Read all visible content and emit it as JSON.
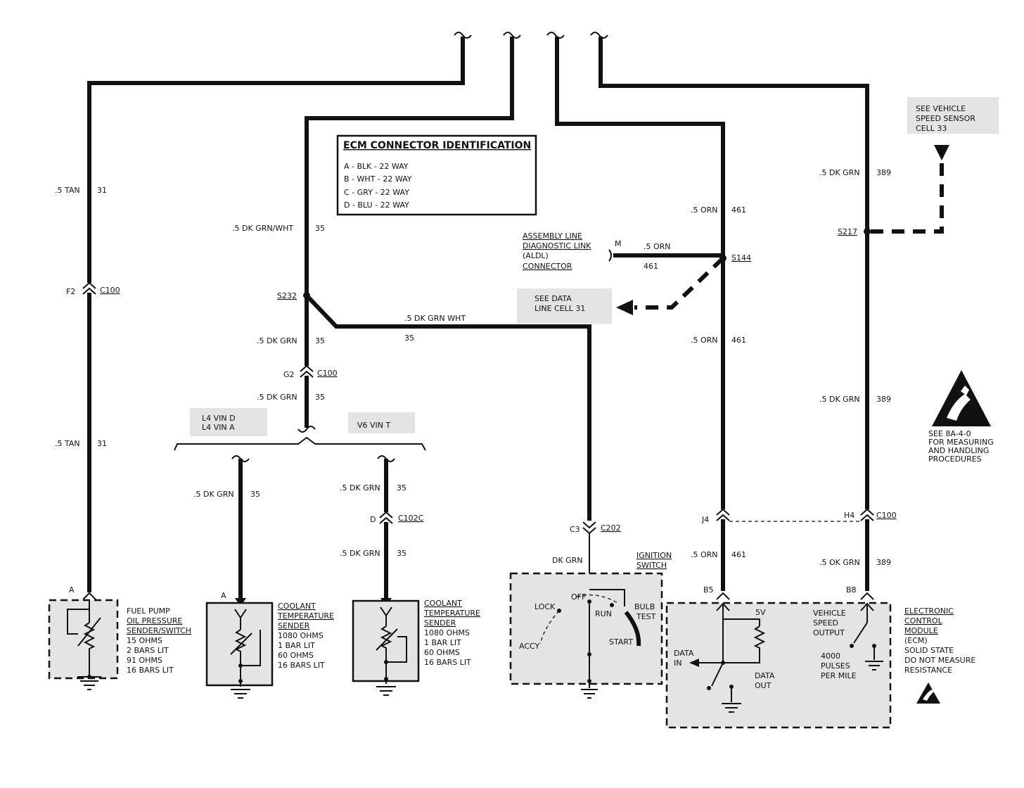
{
  "ecm_table": {
    "title": "ECM CONNECTOR IDENTIFICATION",
    "rows": [
      "A - BLK - 22 WAY",
      "B - WHT - 22 WAY",
      "C - GRY - 22 WAY",
      "D - BLU - 22 WAY"
    ]
  },
  "wires": {
    "tan_top": {
      "color": ".5 TAN",
      "circuit": "31"
    },
    "tan_bottom": {
      "color": ".5 TAN",
      "circuit": "31"
    },
    "dkgrnwht_top": {
      "color": ".5 DK GRN/WHT",
      "circuit": "35"
    },
    "dkgrn_s232": {
      "color": ".5 DK GRN",
      "circuit": "35"
    },
    "dkgrn_g2": {
      "color": ".5 DK GRN",
      "circuit": "35"
    },
    "dkgrnwht_horiz": {
      "color": ".5 DK GRN WHT",
      "circuit": "35"
    },
    "dkgrn_l4": {
      "color": ".5 DK GRN",
      "circuit": "35"
    },
    "dkgrn_v6_top": {
      "color": ".5 DK GRN",
      "circuit": "35"
    },
    "dkgrn_v6_bottom": {
      "color": ".5 DK GRN",
      "circuit": "35"
    },
    "dkgrn_ign": {
      "color": "DK GRN",
      "circuit": ""
    },
    "orn_top": {
      "color": ".5 ORN",
      "circuit": "461"
    },
    "orn_aldl": {
      "color": ".5 ORN",
      "circuit": "461"
    },
    "orn_mid": {
      "color": ".5 ORN",
      "circuit": "461"
    },
    "orn_bottom": {
      "color": ".5 ORN",
      "circuit": "461"
    },
    "dkgrn389_top": {
      "color": ".5 DK GRN",
      "circuit": "389"
    },
    "dkgrn389_mid": {
      "color": ".5 DK GRN",
      "circuit": "389"
    },
    "dkgrn389_bottom": {
      "color": ".5 OK GRN",
      "circuit": "389"
    }
  },
  "connectors": {
    "f2": "F2",
    "c100_a": "C100",
    "g2": "G2",
    "c100_b": "C100",
    "d": "D",
    "c102c": "C102C",
    "c3": "C3",
    "c202": "C202",
    "j4": "J4",
    "h4": "H4",
    "c100_c": "C100",
    "a1": "A",
    "a2": "A",
    "b5": "B5",
    "b8": "B8"
  },
  "splices": {
    "s232": "S232",
    "s144": "S144",
    "s217": "S217"
  },
  "aldl": {
    "lines": [
      "ASSEMBLY LINE",
      "DIAGNOSTIC LINK",
      "(ALDL)",
      "CONNECTOR"
    ],
    "pin": "M"
  },
  "references": {
    "data_line": [
      "SEE DATA",
      "LINE CELL 31"
    ],
    "vss": [
      "SEE VEHICLE",
      "SPEED SENSOR",
      "CELL 33"
    ],
    "esd": [
      "SEE 8A-4-0",
      "FOR MEASURING",
      "AND HANDLING",
      "PROCEDURES"
    ]
  },
  "engine_options": {
    "l4": [
      "L4 VIN D",
      "L4 VIN A"
    ],
    "v6": "V6 VIN T"
  },
  "components": {
    "fuel_pump": [
      "FUEL PUMP",
      "OIL PRESSURE",
      "SENDER/SWITCH",
      "15 OHMS",
      "2 BARS LIT",
      "91 OHMS",
      "16 BARS LIT"
    ],
    "coolant_l4": [
      "COOLANT",
      "TEMPERATURE",
      "SENDER",
      "1080 OHMS",
      "1 BAR LIT",
      "60 OHMS",
      "16 BARS LIT"
    ],
    "coolant_v6": [
      "COOLANT",
      "TEMPERATURE",
      "SENDER",
      "1080 OHMS",
      "1 BAR LIT",
      "60 OHMS",
      "16 BARS LIT"
    ],
    "ignition": {
      "title": [
        "IGNITION",
        "SWITCH"
      ],
      "positions": {
        "lock": "LOCK",
        "off": "OFF",
        "run": "RUN",
        "bulb_test": [
          "BULB",
          "TEST"
        ],
        "start": "START",
        "accy": "ACCY"
      }
    },
    "ecm": {
      "title": [
        "ELECTRONIC",
        "CONTROL",
        "MODULE",
        "(ECM)",
        "SOLID STATE",
        "DO NOT MEASURE",
        "RESISTANCE"
      ],
      "v5": "5V",
      "data_in": [
        "DATA",
        "IN"
      ],
      "data_out": [
        "DATA",
        "OUT"
      ],
      "vss_output": [
        "VEHICLE",
        "SPEED",
        "OUTPUT"
      ],
      "pulses": [
        "4000",
        "PULSES",
        "PER MILE"
      ]
    }
  }
}
